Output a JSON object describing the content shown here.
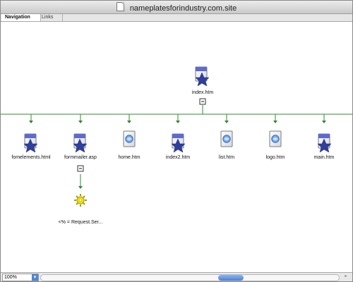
{
  "window": {
    "title": "nameplatesforindustry.com.site"
  },
  "tabs": [
    {
      "label": "Navigation"
    },
    {
      "label": "Links"
    }
  ],
  "diagram": {
    "root": {
      "label": "index.htm",
      "collapse": "−"
    },
    "children": [
      {
        "label": "fomelements.html"
      },
      {
        "label": "formmailer.asp",
        "collapse": "−"
      },
      {
        "label": "home.htm"
      },
      {
        "label": "index2.htm"
      },
      {
        "label": "list.htm"
      },
      {
        "label": "logo.htm"
      },
      {
        "label": "main.htm"
      }
    ],
    "grandchild": {
      "label": "<% = Request.Ser..."
    }
  },
  "status": {
    "zoom": "100%",
    "zoom_arrow": "▾",
    "scroll_arrows": "▸"
  },
  "colors": {
    "line": "#2f8a2f",
    "accent": "#4d86d6"
  },
  "icons": {
    "root": "graphic-file-icon",
    "asp": "script-file-icon",
    "htm": "web-page-icon",
    "gear": "server-script-icon"
  }
}
